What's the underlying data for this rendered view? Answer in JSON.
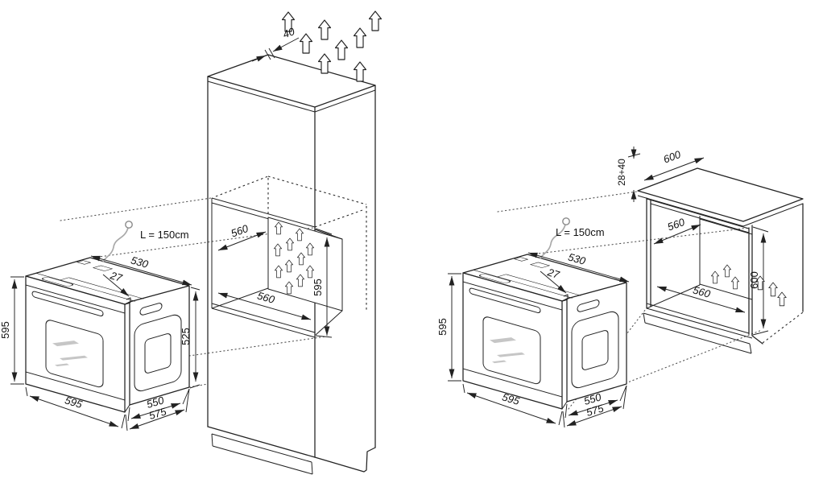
{
  "icons": {
    "vent_arrow": "hollow-up-arrow"
  },
  "labels": {
    "left": {
      "oven_height": "595",
      "oven_top_depth": "530",
      "oven_top_inset": "27",
      "cable_length": "L = 150cm",
      "oven_body_height": "525",
      "oven_width": "595",
      "oven_body_depth": "550",
      "oven_total_depth": "575",
      "cabinet_top_gap": "40",
      "niche_depth": "560",
      "niche_width": "560",
      "niche_height": "595"
    },
    "right": {
      "oven_height": "595",
      "oven_top_depth": "530",
      "oven_top_inset": "27",
      "cable_length": "L = 150cm",
      "oven_width": "595",
      "oven_body_depth": "550",
      "oven_total_depth": "575",
      "worktop_rear_gap": "28+40",
      "worktop_depth": "600",
      "niche_depth": "560",
      "niche_width": "560",
      "niche_height": "600"
    }
  }
}
